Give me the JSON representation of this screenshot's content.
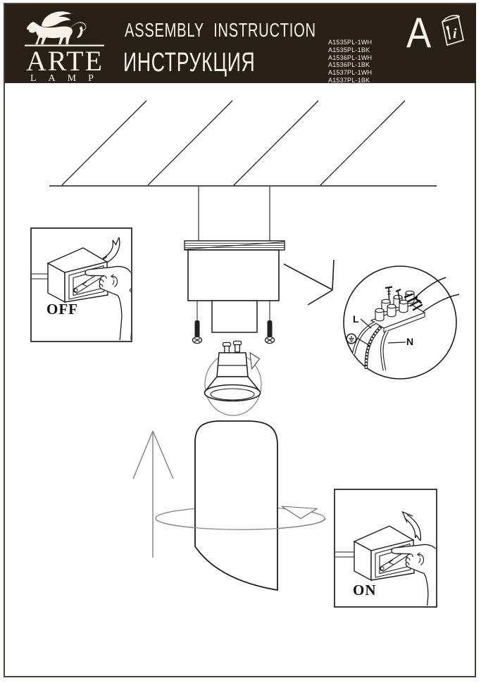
{
  "header": {
    "title_en": "ASSEMBLY INSTRUCTION",
    "title_ru": "ИНСТРУКЦИЯ",
    "brand": "ARTE",
    "brand_word": "LAMP",
    "codes": [
      "A1535PL-1WH",
      "A1535PL-1BK",
      "A1536PL-1WH",
      "A1536PL-1BK",
      "A1537PL-1WH",
      "A1537PL-1BK"
    ],
    "doc_letter": "A",
    "manual_info_i": "i",
    "bg_color": "#281f16",
    "fg_color": "#f7f3ea"
  },
  "diagram": {
    "switch_off_label": "OFF",
    "switch_on_label": "ON",
    "wire_live_label": "L",
    "wire_neutral_label": "N",
    "ink_color": "#1c1c1c",
    "gray_color": "#878787"
  }
}
